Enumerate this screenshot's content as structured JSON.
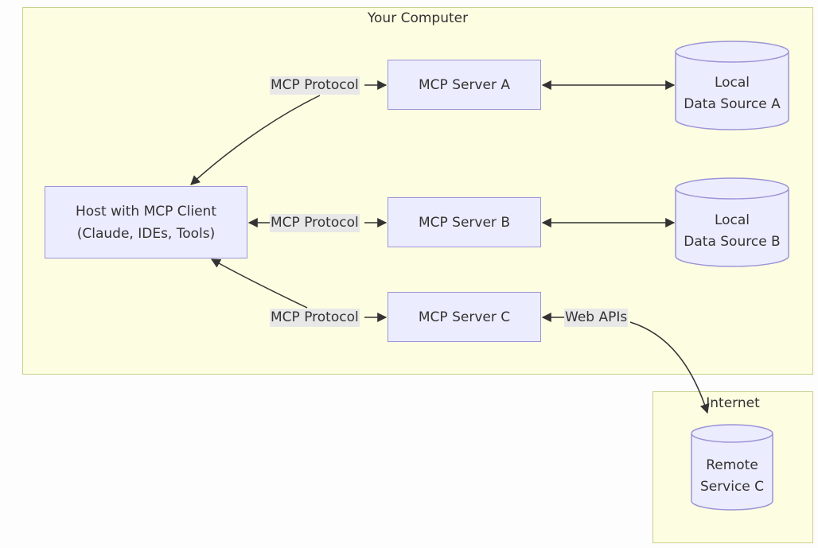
{
  "subgraphs": {
    "your_computer": {
      "title": "Your Computer"
    },
    "internet": {
      "title": "Internet"
    }
  },
  "nodes": {
    "host": {
      "line1": "Host with MCP Client",
      "line2": "(Claude, IDEs, Tools)"
    },
    "server_a": {
      "label": "MCP Server A"
    },
    "server_b": {
      "label": "MCP Server B"
    },
    "server_c": {
      "label": "MCP Server C"
    },
    "data_source_a": {
      "line1": "Local",
      "line2": "Data Source A"
    },
    "data_source_b": {
      "line1": "Local",
      "line2": "Data Source B"
    },
    "remote_service_c": {
      "line1": "Remote",
      "line2": "Service C"
    }
  },
  "edges": {
    "protocol_a": "MCP Protocol",
    "protocol_b": "MCP Protocol",
    "protocol_c": "MCP Protocol",
    "web_apis": "Web APIs"
  },
  "colors": {
    "subgraph_fill": "#fdfde2",
    "subgraph_stroke": "#c9cf8d",
    "node_fill": "#ececff",
    "node_stroke": "#9b94d6",
    "edge": "#333333",
    "label_bg": "#e8e8e8"
  }
}
